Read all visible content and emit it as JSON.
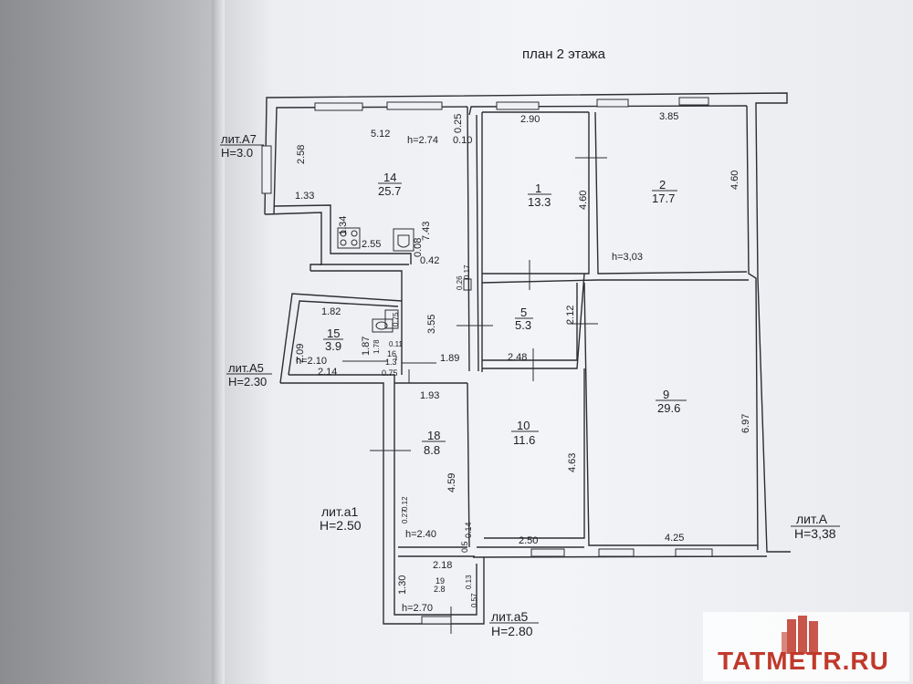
{
  "plan_title": "план 2 этажа",
  "lit_a7": {
    "name": "лит.А7",
    "height": "Н=3.0"
  },
  "lit_a5": {
    "name": "лит.А5",
    "height": "Н=2.30"
  },
  "lit_a1": {
    "name": "лит.а1",
    "height": "Н=2.50"
  },
  "lit_a5b": {
    "name": "лит.а5",
    "height": "Н=2.80"
  },
  "lit_a": {
    "name": "лит.А",
    "height": "Н=3,38"
  },
  "rooms": {
    "r14": {
      "num": "14",
      "area": "25.7"
    },
    "r1": {
      "num": "1",
      "area": "13.3"
    },
    "r2": {
      "num": "2",
      "area": "17.7"
    },
    "r5": {
      "num": "5",
      "area": "5.3"
    },
    "r15": {
      "num": "15",
      "area": "3.9"
    },
    "r16": {
      "num": "16",
      "area": "1.3"
    },
    "r9": {
      "num": "9",
      "area": "29.6"
    },
    "r10": {
      "num": "10",
      "area": "11.6"
    },
    "r18": {
      "num": "18",
      "area": "8.8"
    },
    "r19": {
      "num": "19",
      "area": "2.8"
    }
  },
  "dims": {
    "d512": "5.12",
    "h274": "h=2.74",
    "d025": "0.25",
    "d010": "0.10",
    "d258": "2.58",
    "d133": "1.33",
    "d134": "1.34",
    "d255": "2.55",
    "d743": "7.43",
    "d008": "0.08",
    "d042": "0.42",
    "d290": "2.90",
    "d385": "3.85",
    "d460a": "4.60",
    "d460b": "4.60",
    "h303": "h=3,03",
    "d026": "0.26",
    "d017": "0.17",
    "d212": "2.12",
    "d248": "2.48",
    "d355": "3.55",
    "d182": "1.82",
    "d209": "2.09",
    "d075a": "0.75",
    "d187": "1.87",
    "d178": "1.78",
    "d011": "0.11",
    "h210": "h=2.10",
    "d214": "2.14",
    "d075b": "0.75",
    "d189": "1.89",
    "d193": "1.93",
    "d697": "6.97",
    "d463": "4.63",
    "d459": "4.59",
    "d012": "0.12",
    "d027": "0.27",
    "h240": "h=2.40",
    "d014": "0.14",
    "d05": "0.5",
    "d250": "2.50",
    "d425": "4.25",
    "d218": "2.18",
    "d130": "1.30",
    "d013": "0.13",
    "d057": "0.57",
    "h270": "h=2.70"
  },
  "watermark": {
    "text": "TATMETR.RU",
    "logo_color": "#c0392b",
    "text_color": "#c0392b"
  }
}
